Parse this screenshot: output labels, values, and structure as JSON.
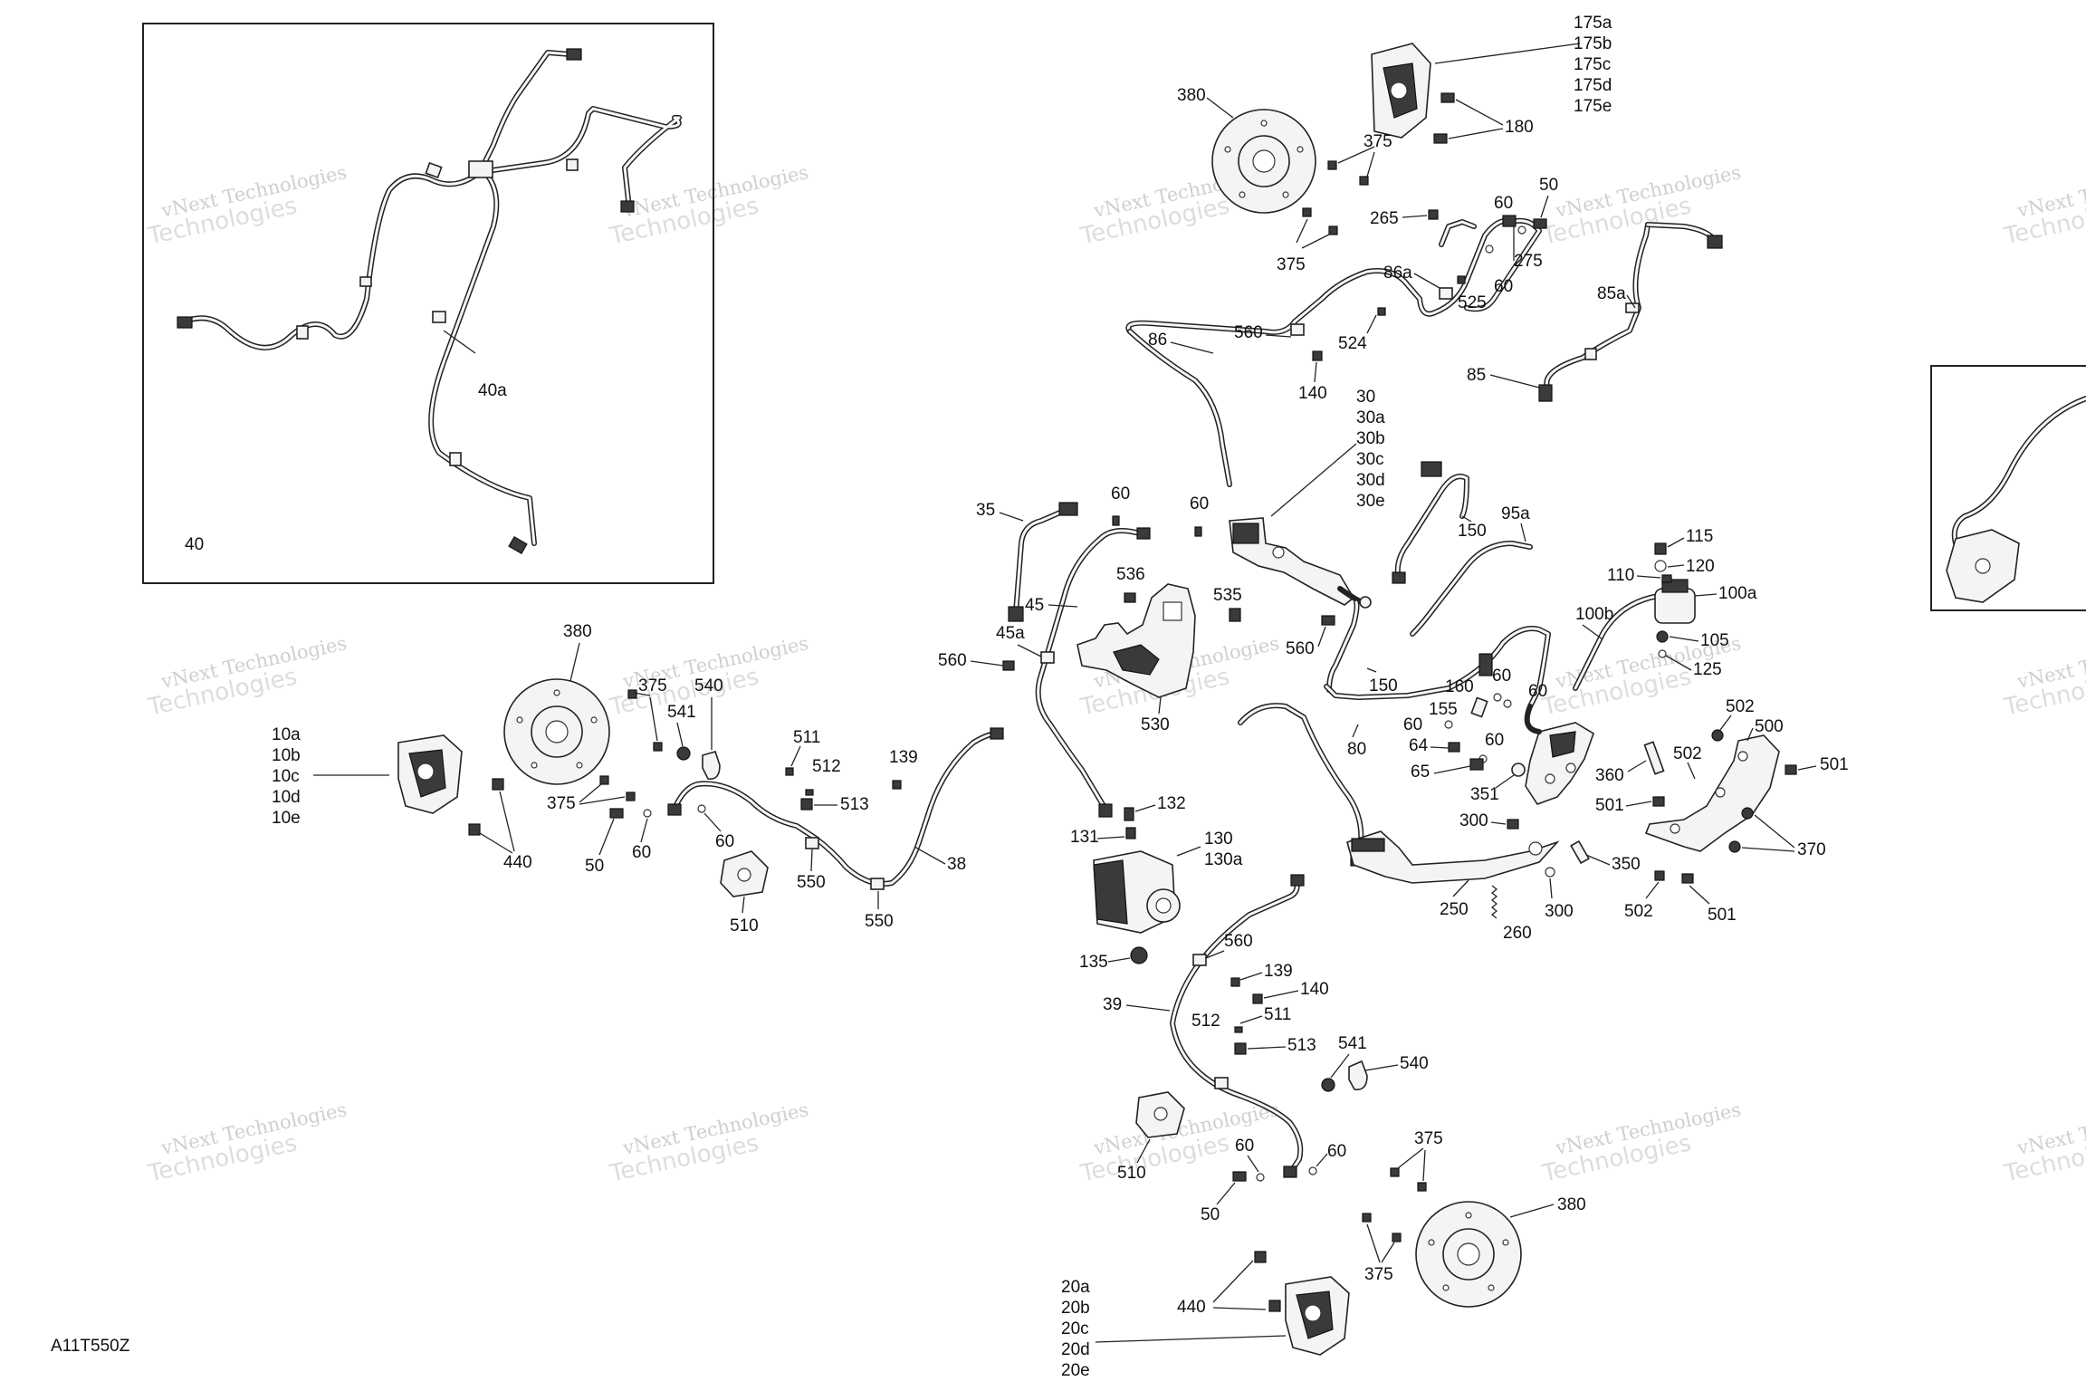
{
  "diagram_code": "A11T550Z",
  "watermark": {
    "line1": "vNext Technologies",
    "line2": "Technologies"
  },
  "callouts": {
    "c175": "175a\n175b\n175c\n175d\n175e",
    "c380_top": "380",
    "c375_a": "375",
    "c180": "180",
    "c60_a": "60",
    "c50_a": "50",
    "c265": "265",
    "c275": "275",
    "c375_b": "375",
    "c86a": "86a",
    "c60_b": "60",
    "c525": "525",
    "c85a": "85a",
    "c86": "86",
    "c560_a": "560",
    "c524": "524",
    "c140_a": "140",
    "c85": "85",
    "c30": "30\n30a\n30b\n30c\n30d\n30e",
    "c35": "35",
    "c60_c": "60",
    "c60_d": "60",
    "c150_a": "150",
    "c95a": "95a",
    "c115": "115",
    "c120": "120",
    "c110": "110",
    "c100a": "100a",
    "c100b": "100b",
    "c105": "105",
    "c125": "125",
    "c45": "45",
    "c536": "536",
    "c535": "535",
    "c560_b": "560",
    "c45a": "45a",
    "c560_c": "560",
    "c150_b": "150",
    "c160": "160",
    "c60_e": "60",
    "c60_f": "60",
    "c155": "155",
    "c60_g": "60",
    "c60_h": "60",
    "c530": "530",
    "c80": "80",
    "c64": "64",
    "c65": "65",
    "c351": "351",
    "c502_a": "502",
    "c500": "500",
    "c360": "360",
    "c502_b": "502",
    "c501_a": "501",
    "c501_b": "501",
    "c300_a": "300",
    "c370": "370",
    "c350": "350",
    "c502_c": "502",
    "c501_c": "501",
    "c250": "250",
    "c300_b": "300",
    "c260": "260",
    "c380_left": "380",
    "c375_c": "375",
    "c540_a": "540",
    "c541_a": "541",
    "c10": "10a\n10b\n10c\n10d\n10e",
    "c511_a": "511",
    "c512_a": "512",
    "c139_a": "139",
    "c375_d": "375",
    "c513_a": "513",
    "c132": "132",
    "c440_a": "440",
    "c50_b": "50",
    "c60_i": "60",
    "c60_j": "60",
    "c131": "131",
    "c130": "130\n130a",
    "c550_a": "550",
    "c38": "38",
    "c510_a": "510",
    "c550_b": "550",
    "c135": "135",
    "c560_d": "560",
    "c139_b": "139",
    "c140_b": "140",
    "c39": "39",
    "c512_b": "512",
    "c511_b": "511",
    "c513_b": "513",
    "c541_b": "541",
    "c540_b": "540",
    "c60_k": "60",
    "c60_l": "60",
    "c510_b": "510",
    "c375_e": "375",
    "c50_c": "50",
    "c380_bottom": "380",
    "c375_f": "375",
    "c440_b": "440",
    "c20": "20a\n20b\n20c\n20d\n20e",
    "c40": "40",
    "c40a": "40a"
  }
}
